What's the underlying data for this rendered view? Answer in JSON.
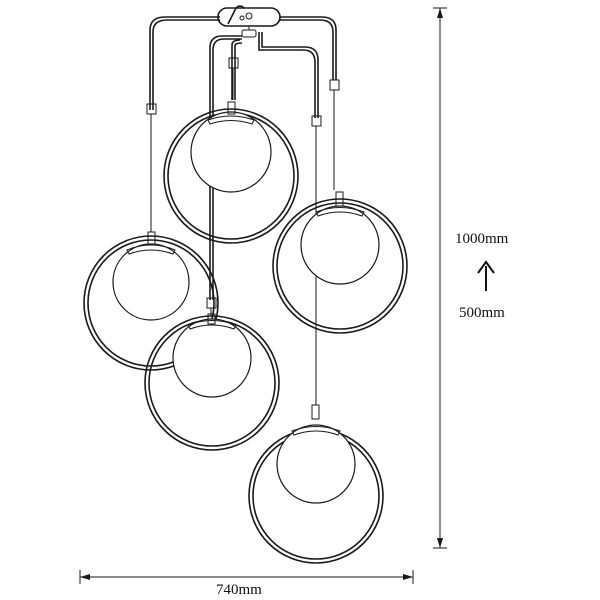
{
  "dimensions": {
    "width_label": "740mm",
    "height_max_label": "1000mm",
    "height_min_label": "500mm",
    "adjust_icon": "arrow-up-icon"
  }
}
